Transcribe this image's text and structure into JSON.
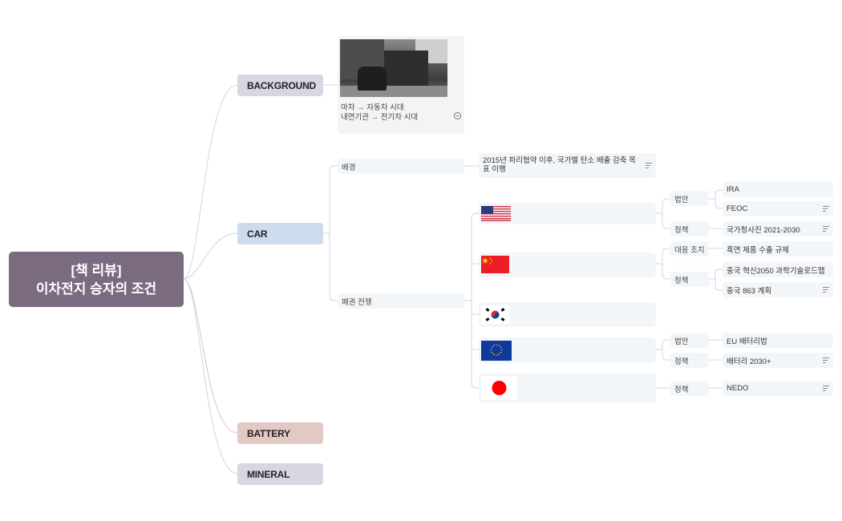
{
  "root": {
    "line1": "[책 리뷰]",
    "line2": "이차전지 승자의 조건",
    "color": "#7b6b80"
  },
  "branches": {
    "background": {
      "label": "BACKGROUND",
      "color": "#d9d6e1",
      "card": {
        "image": "horse-drawn-tram-photo",
        "line1": "마차 → 자동차 시대",
        "line2": "내연기관 → 전기차 시대",
        "collapse_icon": "minus-circle-icon"
      }
    },
    "car": {
      "label": "CAR",
      "color": "#ccdcec",
      "children": {
        "background": {
          "label": "배경",
          "leaf": "2015년 파리협약 이후, 국가별 탄소 배출 감축 목표 이행",
          "has_note": true
        },
        "hegemony": {
          "label": "패권 전쟁",
          "countries": [
            {
              "flag": "us-flag",
              "groups": [
                {
                  "label": "법안",
                  "items": [
                    {
                      "text": "IRA",
                      "note": false
                    },
                    {
                      "text": "FEOC",
                      "note": true
                    }
                  ]
                },
                {
                  "label": "정책",
                  "items": [
                    {
                      "text": "국가청사진 2021-2030",
                      "note": true
                    }
                  ]
                }
              ]
            },
            {
              "flag": "china-flag",
              "groups": [
                {
                  "label": "대응 조치",
                  "items": [
                    {
                      "text": "흑연 제품 수출 규제",
                      "note": false
                    }
                  ]
                },
                {
                  "label": "정책",
                  "items": [
                    {
                      "text": "중국 혁신2050 과학기술로드맵",
                      "note": false
                    },
                    {
                      "text": "중국 863 계획",
                      "note": true
                    }
                  ]
                }
              ]
            },
            {
              "flag": "korea-flag",
              "groups": []
            },
            {
              "flag": "eu-flag",
              "groups": [
                {
                  "label": "법안",
                  "items": [
                    {
                      "text": "EU 배터리법",
                      "note": false
                    }
                  ]
                },
                {
                  "label": "정책",
                  "items": [
                    {
                      "text": "배터리 2030+",
                      "note": true
                    }
                  ]
                }
              ]
            },
            {
              "flag": "japan-flag",
              "groups": [
                {
                  "label": "정책",
                  "items": [
                    {
                      "text": "NEDO",
                      "note": true
                    }
                  ]
                }
              ]
            }
          ]
        }
      }
    },
    "battery": {
      "label": "BATTERY",
      "color": "#e2c9c3"
    },
    "mineral": {
      "label": "MINERAL",
      "color": "#d9d6e1"
    }
  }
}
